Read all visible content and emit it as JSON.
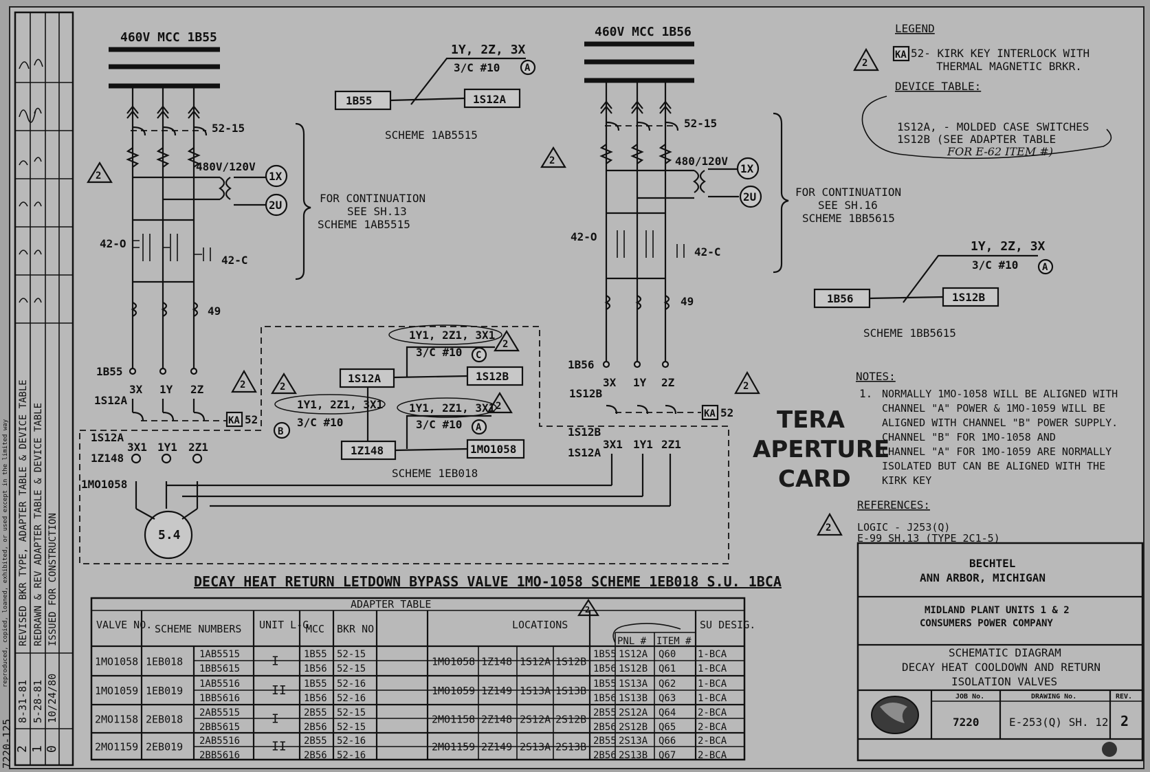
{
  "left_mcc": {
    "bus_label": "460V MCC 1B55",
    "breaker": "52-15",
    "transformer": "480V/120V",
    "coil_1": "1X",
    "coil_2": "2U",
    "contact_open": "42-O",
    "contact_close": "42-C",
    "overload": "49",
    "node_bus": "1B55",
    "node_switch": "1S12A",
    "phase_labels": [
      "3X",
      "1Y",
      "2Z"
    ],
    "switch_labels": [
      "1S12A",
      "1Z148",
      "1MO1058"
    ],
    "motor_phase_labels": [
      "3X1",
      "1Y1",
      "2Z1"
    ],
    "motor": "5.4",
    "kirk": "KA",
    "kirk_52": "52",
    "tag_b": "B"
  },
  "right_mcc": {
    "bus_label": "460V MCC 1B56",
    "breaker": "52-15",
    "transformer": "480/120V",
    "coil_1": "1X",
    "coil_2": "2U",
    "contact_open": "42-O",
    "contact_close": "42-C",
    "overload": "49",
    "node_bus": "1B56",
    "node_switch": "1S12B",
    "phase_labels": [
      "3X",
      "1Y",
      "2Z"
    ],
    "bottom_labels": [
      "1S12B",
      "1S12A"
    ],
    "motor_phase_labels": [
      "3X1",
      "1Y1",
      "2Z1"
    ],
    "kirk": "KA",
    "kirk_52": "52"
  },
  "continuation_left": {
    "line1": "FOR CONTINUATION",
    "line2": "SEE SH.13",
    "line3": "SCHEME 1AB5515"
  },
  "continuation_right": {
    "line1": "FOR CONTINUATION",
    "line2": "SEE SH.16",
    "line3": "SCHEME 1BB5615"
  },
  "scheme_1ab": {
    "box_left": "1B55",
    "box_right": "1S12A",
    "cable": "1Y, 2Z, 3X",
    "cable_size": "3/C #10",
    "tag": "A",
    "caption": "SCHEME 1AB5515"
  },
  "scheme_1bb": {
    "box_left": "1B56",
    "box_right": "1S12B",
    "cable": "1Y, 2Z, 3X",
    "cable_size": "3/C #10",
    "tag": "A",
    "caption": "SCHEME 1BB5615"
  },
  "scheme_1eb": {
    "box_1s12a": "1S12A",
    "box_1s12b": "1S12B",
    "box_1z148": "1Z148",
    "box_1mo1058": "1MO1058",
    "cable_top": "1Y1, 2Z1, 3X1",
    "cable_top_size": "3/C #10",
    "cable_top_tag": "C",
    "cable_left": "1Y1, 2Z1, 3X1",
    "cable_left_size": "3/C #10",
    "cable_mid": "1Y1, 2Z1, 3X1",
    "cable_mid_size": "3/C #10",
    "cable_mid_tag": "A",
    "caption": "SCHEME 1EB018"
  },
  "rev_triangle": "2",
  "legend": {
    "title": "LEGEND",
    "ka": "KA",
    "line1": "52- KIRK KEY INTERLOCK WITH",
    "line2": "THERMAL MAGNETIC BRKR.",
    "device_table": "DEVICE TABLE:",
    "dev_line1": "1S12A, - MOLDED CASE SWITCHES",
    "dev_line2": "1S12B (SEE ADAPTER TABLE",
    "dev_line3": "FOR E-62 ITEM #)"
  },
  "tera": {
    "line1": "TERA",
    "line2": "APERTURE",
    "line3": "CARD"
  },
  "notes": {
    "title": "NOTES:",
    "num": "1.",
    "lines": [
      "NORMALLY 1MO-1058 WILL BE ALIGNED WITH",
      "CHANNEL \"A\" POWER & 1MO-1059 WILL BE",
      "ALIGNED WITH CHANNEL \"B\" POWER SUPPLY.",
      "CHANNEL \"B\" FOR 1MO-1058 AND",
      "CHANNEL \"A\" FOR 1MO-1059 ARE NORMALLY",
      "ISOLATED BUT CAN BE ALIGNED WITH THE",
      "KIRK KEY"
    ]
  },
  "references": {
    "title": "REFERENCES:",
    "line1": "LOGIC - J253(Q)",
    "line2": "E-99 SH.13 (TYPE 2C1-5)"
  },
  "main_title": "DECAY HEAT RETURN LETDOWN BYPASS VALVE 1MO-1058 SCHEME 1EB018 S.U. 1BCA",
  "adapter_table": {
    "title": "ADAPTER TABLE",
    "headers": {
      "valve": "VALVE NO.",
      "scheme": "SCHEME NUMBERS",
      "unit": "UNIT L-G",
      "mcc": "MCC",
      "bkr": "BKR NO",
      "locations": "LOCATIONS",
      "pnl": "PNL #",
      "item": "ITEM #",
      "su": "SU DESIG."
    },
    "rows": [
      {
        "valve": "1MO1058",
        "scheme": "1EB018",
        "unit": "I",
        "loc_valve": "1MO1058",
        "loc_z": "1Z148",
        "loc_a": "1S12A",
        "loc_b": "1S12B",
        "sub": [
          [
            "1AB5515",
            "1B55",
            "52-15",
            "1B55",
            "1S12A",
            "Q60",
            "1-BCA"
          ],
          [
            "1BB5615",
            "1B56",
            "52-15",
            "1B56",
            "1S12B",
            "Q61",
            "1-BCA"
          ]
        ]
      },
      {
        "valve": "1MO1059",
        "scheme": "1EB019",
        "unit": "II",
        "loc_valve": "1MO1059",
        "loc_z": "1Z149",
        "loc_a": "1S13A",
        "loc_b": "1S13B",
        "sub": [
          [
            "1AB5516",
            "1B55",
            "52-16",
            "1B55",
            "1S13A",
            "Q62",
            "1-BCA"
          ],
          [
            "1BB5616",
            "1B56",
            "52-16",
            "1B56",
            "1S13B",
            "Q63",
            "1-BCA"
          ]
        ]
      },
      {
        "valve": "2MO1158",
        "scheme": "2EB018",
        "unit": "I",
        "loc_valve": "2MO1158",
        "loc_z": "2Z148",
        "loc_a": "2S12A",
        "loc_b": "2S12B",
        "sub": [
          [
            "2AB5515",
            "2B55",
            "52-15",
            "2B55",
            "2S12A",
            "Q64",
            "2-BCA"
          ],
          [
            "2BB5615",
            "2B56",
            "52-15",
            "2B56",
            "2S12B",
            "Q65",
            "2-BCA"
          ]
        ]
      },
      {
        "valve": "2MO1159",
        "scheme": "2EB019",
        "unit": "II",
        "loc_valve": "2MO1159",
        "loc_z": "2Z149",
        "loc_a": "2S13A",
        "loc_b": "2S13B",
        "sub": [
          [
            "2AB5516",
            "2B55",
            "52-16",
            "2B55",
            "2S13A",
            "Q66",
            "2-BCA"
          ],
          [
            "2BB5616",
            "2B56",
            "52-16",
            "2B56",
            "2S13B",
            "Q67",
            "2-BCA"
          ]
        ]
      }
    ]
  },
  "title_block": {
    "company": "BECHTEL",
    "city": "ANN ARBOR, MICHIGAN",
    "plant": "MIDLAND PLANT UNITS 1 & 2",
    "owner": "CONSUMERS POWER COMPANY",
    "desc1": "SCHEMATIC DIAGRAM",
    "desc2": "DECAY HEAT COOLDOWN AND RETURN",
    "desc3": "ISOLATION VALVES",
    "job_label": "JOB No.",
    "drawing_label": "DRAWING No.",
    "rev_label": "REV.",
    "job_no": "7220",
    "drawing_no": "E-253(Q) SH. 12",
    "rev": "2"
  },
  "revision_block": {
    "rev_nums": [
      "2",
      "1",
      "0"
    ],
    "dates": [
      "8-31-81",
      "5-28-81",
      "10/24/80"
    ],
    "descriptions": [
      "REVISED BKR TYPE, ADAPTER TABLE & DEVICE TABLE",
      "REDRAWN & REV ADAPTER TABLE & DEVICE TABLE",
      "ISSUED FOR CONSTRUCTION"
    ],
    "sheet_id": "7220-125",
    "margin_note": "reproduced, copied, loaned, exhibited, or used except in the limited way"
  }
}
